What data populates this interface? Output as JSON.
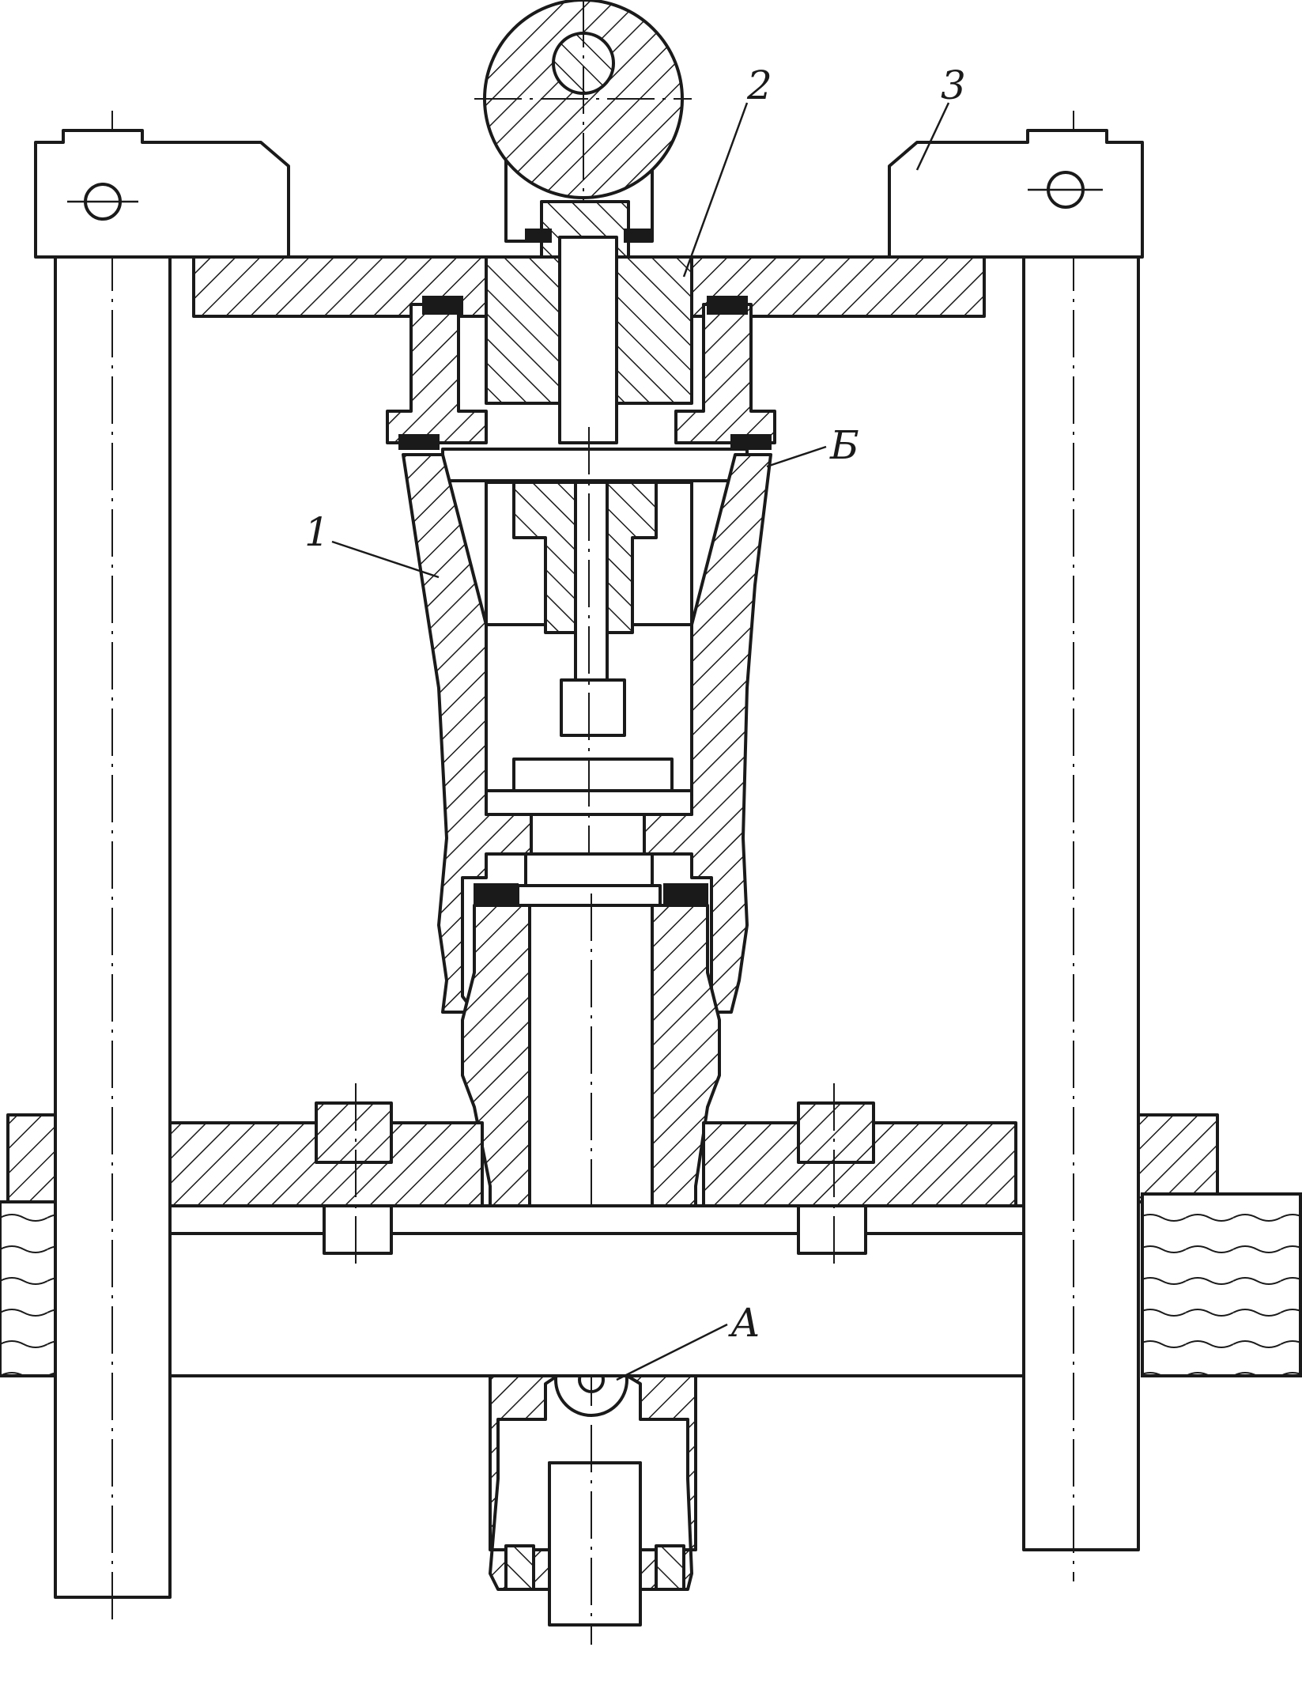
{
  "callouts": {
    "part_1": "1",
    "part_2": "2",
    "part_3": "3",
    "point_b": "Б",
    "point_a": "A"
  },
  "colors": {
    "ink": "#1a1a1a",
    "paper": "#ffffff"
  }
}
